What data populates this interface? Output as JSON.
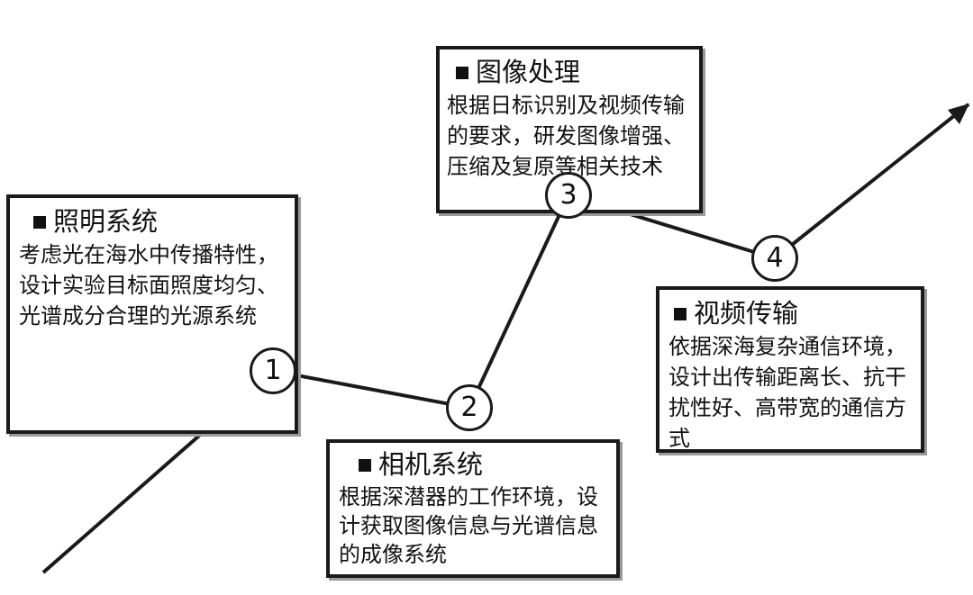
{
  "boxes": {
    "lighting": {
      "title": "照明系统",
      "body": "考虑光在海水中传播特性，设计实验目标面照度均匀、光谱成分合理的光源系统"
    },
    "camera": {
      "title": "相机系统",
      "body": "根据深潜器的工作环境，设计获取图像信息与光谱信息的成像系统"
    },
    "image": {
      "title": "图像处理",
      "body": "根据日标识别及视频传输的要求，研发图像增强、压缩及复原等相关技术"
    },
    "video": {
      "title": "视频传输",
      "body": "依据深海复杂通信环境，设计出传输距离长、抗干扰性好、高带宽的通信方式"
    }
  },
  "nodes": [
    "1",
    "2",
    "3",
    "4"
  ]
}
